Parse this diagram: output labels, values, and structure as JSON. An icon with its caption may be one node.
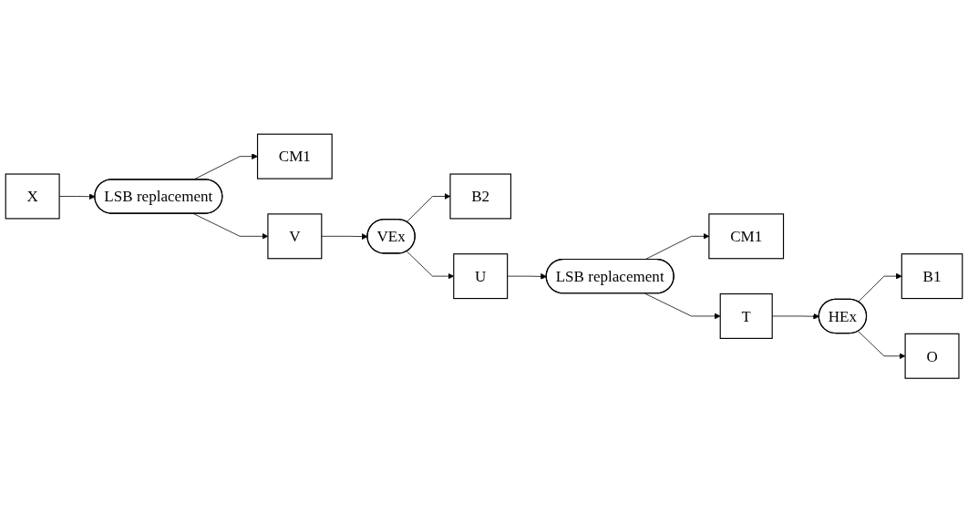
{
  "diagram": {
    "nodes": [
      {
        "text": [
          "CM1"
        ]
      },
      {
        "text": [
          "B2"
        ]
      },
      {
        "text": [
          "X"
        ]
      },
      {
        "text": [
          "LSB replacement"
        ]
      },
      {
        "text": [
          "V"
        ]
      },
      {
        "text": [
          "VEx"
        ]
      },
      {
        "text": [
          "U"
        ]
      },
      {
        "text": [
          "CM1"
        ]
      },
      {
        "text": [
          "B1"
        ]
      },
      {
        "text": [
          "O"
        ]
      },
      {
        "text": [
          "HEx"
        ]
      },
      {
        "text": [
          "T"
        ]
      },
      {
        "text": [
          "LSB replacement"
        ]
      }
    ],
    "edges": [
      {
        "from": 2,
        "to": 3,
        "arrow": "to"
      },
      {
        "from": 3,
        "to": 0,
        "arrow": "to"
      },
      {
        "from": 3,
        "to": 4,
        "arrow": "to"
      },
      {
        "from": 4,
        "to": 5,
        "arrow": "to"
      },
      {
        "from": 5,
        "to": 1,
        "arrow": "to"
      },
      {
        "from": 5,
        "to": 6,
        "arrow": "to"
      },
      {
        "from": 6,
        "to": 12,
        "arrow": "to"
      },
      {
        "from": 12,
        "to": 7,
        "arrow": "to"
      },
      {
        "from": 12,
        "to": 11,
        "arrow": "to"
      },
      {
        "from": 11,
        "to": 10,
        "arrow": "to"
      },
      {
        "from": 10,
        "to": 8,
        "arrow": "to"
      },
      {
        "from": 10,
        "to": 9,
        "arrow": "to"
      }
    ]
  }
}
